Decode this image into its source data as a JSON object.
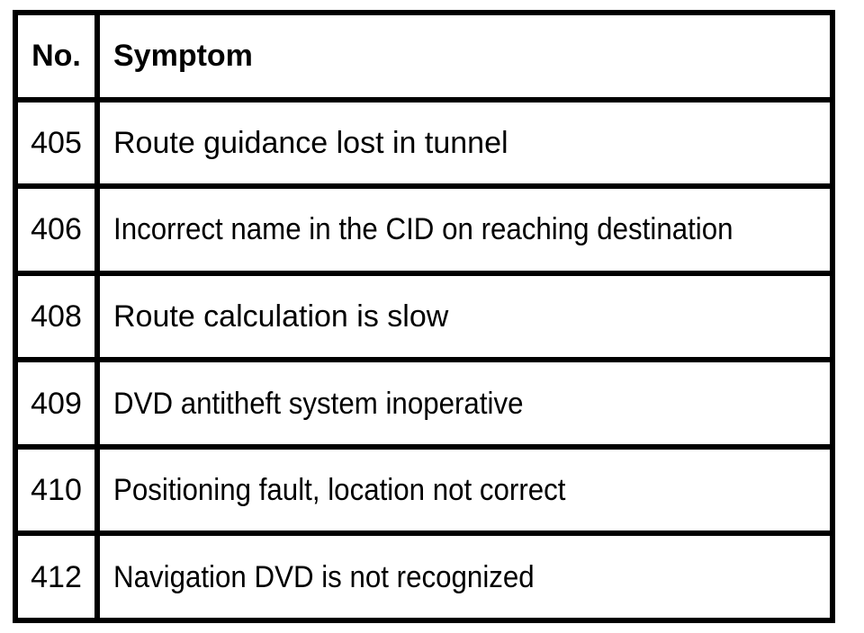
{
  "table": {
    "headers": {
      "no": "No.",
      "symptom": "Symptom"
    },
    "rows": [
      {
        "no": "405",
        "symptom": "Route guidance lost in tunnel"
      },
      {
        "no": "406",
        "symptom": "Incorrect name in the CID on reaching destination"
      },
      {
        "no": "408",
        "symptom": "Route calculation is slow"
      },
      {
        "no": "409",
        "symptom": "DVD antitheft system inoperative"
      },
      {
        "no": "410",
        "symptom": "Positioning fault, location not correct"
      },
      {
        "no": "412",
        "symptom": "Navigation DVD is not recognized"
      }
    ],
    "colors": {
      "border": "#000000",
      "background": "#ffffff",
      "text": "#000000"
    }
  }
}
